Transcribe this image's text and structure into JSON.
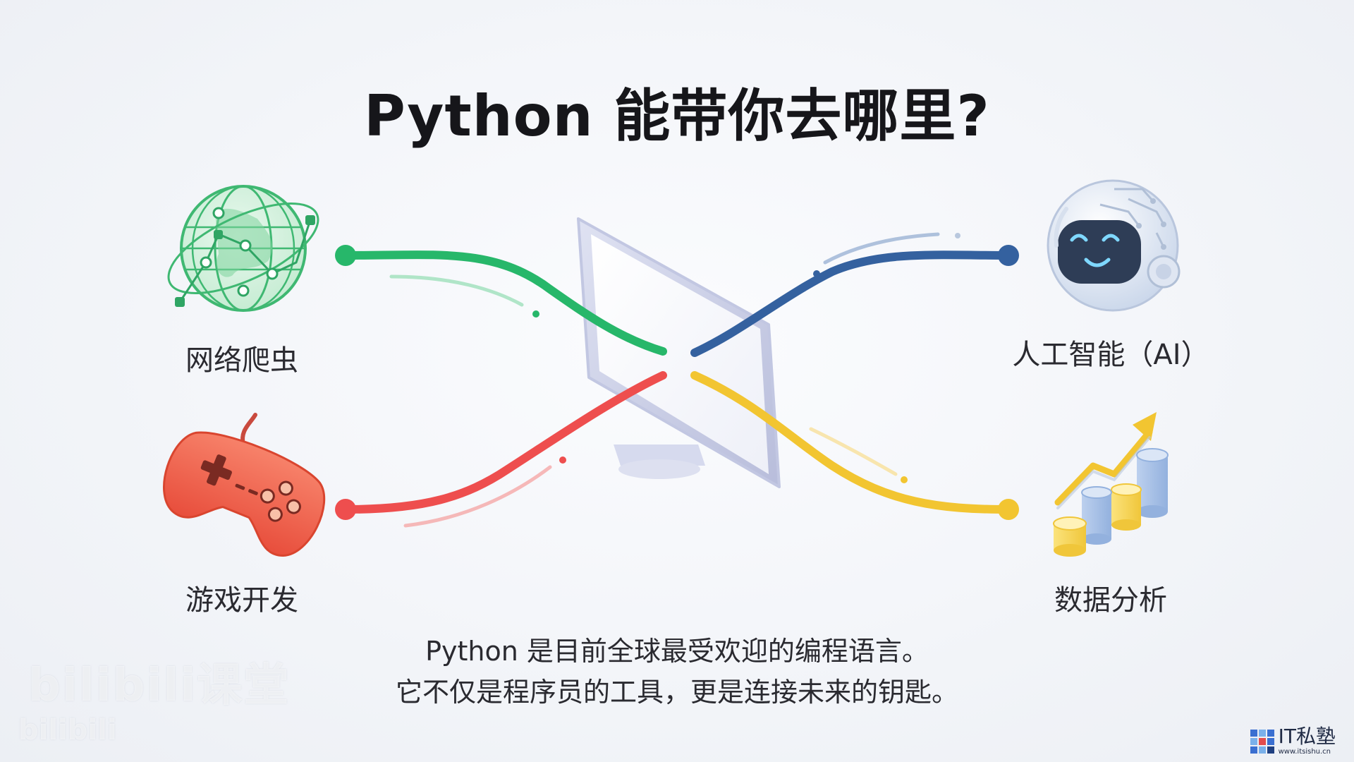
{
  "title": "Python 能带你去哪里?",
  "nodes": {
    "web_crawler": "网络爬虫",
    "game_dev": "游戏开发",
    "ai": "人工智能（AI）",
    "data_analysis": "数据分析"
  },
  "caption": {
    "line1": "Python 是目前全球最受欢迎的编程语言。",
    "line2": "它不仅是程序员的工具，更是连接未来的钥匙。"
  },
  "watermark": {
    "bilibili_class": "bilibili课堂",
    "bilibili": "bilibili"
  },
  "brand": {
    "name": "IT私塾",
    "url": "www.itsishu.cn"
  },
  "colors": {
    "web_crawler": "#27b76a",
    "game_dev": "#ee4e4e",
    "ai": "#34619f",
    "data_analysis": "#f2c531",
    "monitor_frame": "#c9cde6"
  }
}
